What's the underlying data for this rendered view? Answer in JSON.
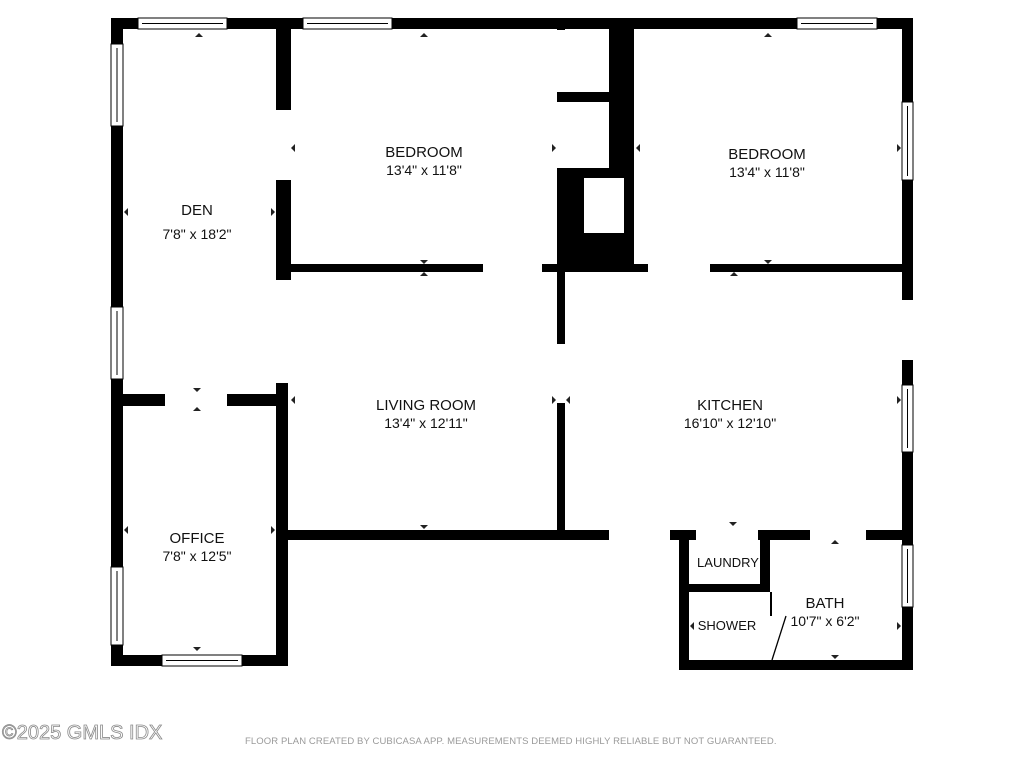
{
  "floorplan": {
    "rooms": [
      {
        "id": "den",
        "name": "DEN",
        "dimensions": "7'8\" x 18'2\""
      },
      {
        "id": "bedroom-1",
        "name": "BEDROOM",
        "dimensions": "13'4\" x 11'8\""
      },
      {
        "id": "bedroom-2",
        "name": "BEDROOM",
        "dimensions": "13'4\" x 11'8\""
      },
      {
        "id": "living-room",
        "name": "LIVING ROOM",
        "dimensions": "13'4\" x 12'11\""
      },
      {
        "id": "kitchen",
        "name": "KITCHEN",
        "dimensions": "16'10\" x 12'10\""
      },
      {
        "id": "office",
        "name": "OFFICE",
        "dimensions": "7'8\" x 12'5\""
      },
      {
        "id": "laundry",
        "name": "LAUNDRY",
        "dimensions": ""
      },
      {
        "id": "shower",
        "name": "SHOWER",
        "dimensions": ""
      },
      {
        "id": "bath",
        "name": "BATH",
        "dimensions": "10'7\" x 6'2\""
      }
    ],
    "wall_color": "#000000",
    "background_color": "#ffffff"
  },
  "footer": {
    "watermark": "©2025 GMLS IDX",
    "disclaimer": "FLOOR PLAN CREATED BY CUBICASA APP. MEASUREMENTS DEEMED HIGHLY RELIABLE BUT NOT GUARANTEED."
  }
}
